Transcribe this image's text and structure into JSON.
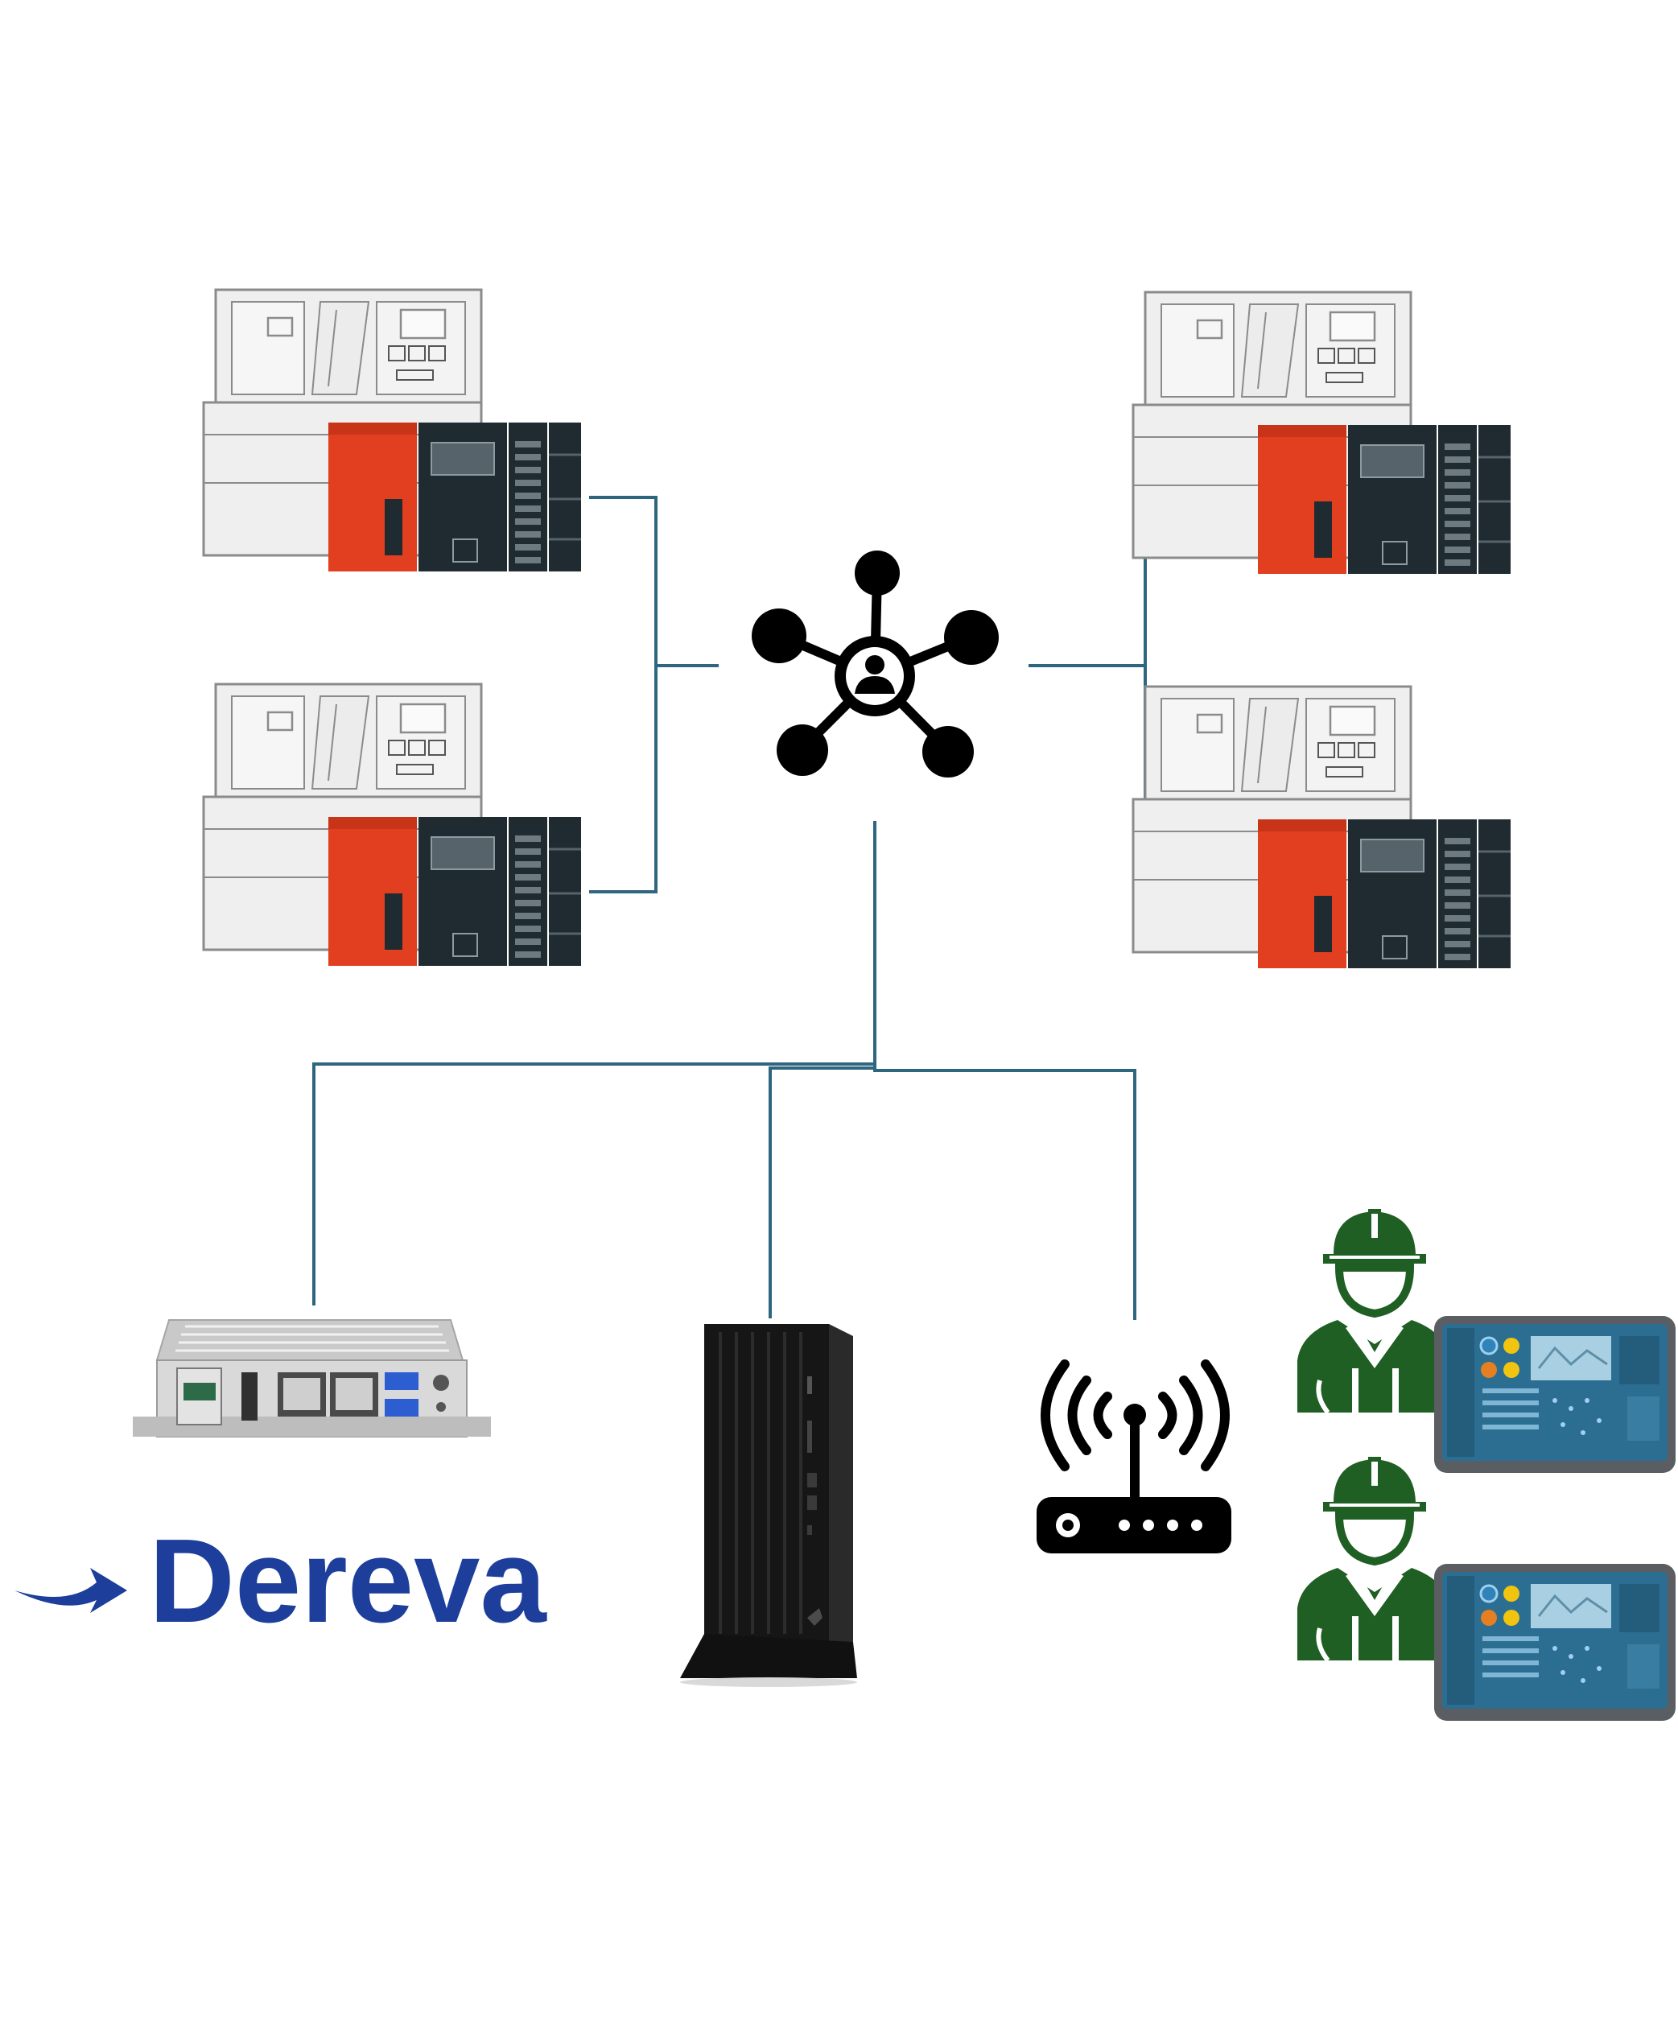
{
  "brand": {
    "name": "Dereva",
    "color": "#1d3f9b"
  },
  "colors": {
    "line": "#2e6680",
    "machine_outline": "#8b8b8b",
    "machine_fill": "#efefef",
    "controller_orange": "#e23f20",
    "controller_dark": "#1f2a31",
    "worker_green": "#1f5f23",
    "tablet_frame": "#5a5e62",
    "tablet_screen": "#2c6e92"
  },
  "nodes": {
    "machines": [
      {
        "id": "machine-top-left",
        "icon": "cnc-machine-icon"
      },
      {
        "id": "machine-mid-left",
        "icon": "cnc-machine-icon"
      },
      {
        "id": "machine-top-right",
        "icon": "cnc-machine-icon"
      },
      {
        "id": "machine-mid-right",
        "icon": "cnc-machine-icon"
      }
    ],
    "hub": {
      "icon": "network-hub-icon"
    },
    "gateway": {
      "icon": "edge-gateway-icon"
    },
    "pc": {
      "icon": "tower-pc-icon"
    },
    "router": {
      "icon": "wifi-router-icon"
    },
    "operators": [
      {
        "icon": "worker-icon",
        "screen_icon": "tablet-dashboard-icon"
      },
      {
        "icon": "worker-icon",
        "screen_icon": "tablet-dashboard-icon"
      }
    ]
  }
}
